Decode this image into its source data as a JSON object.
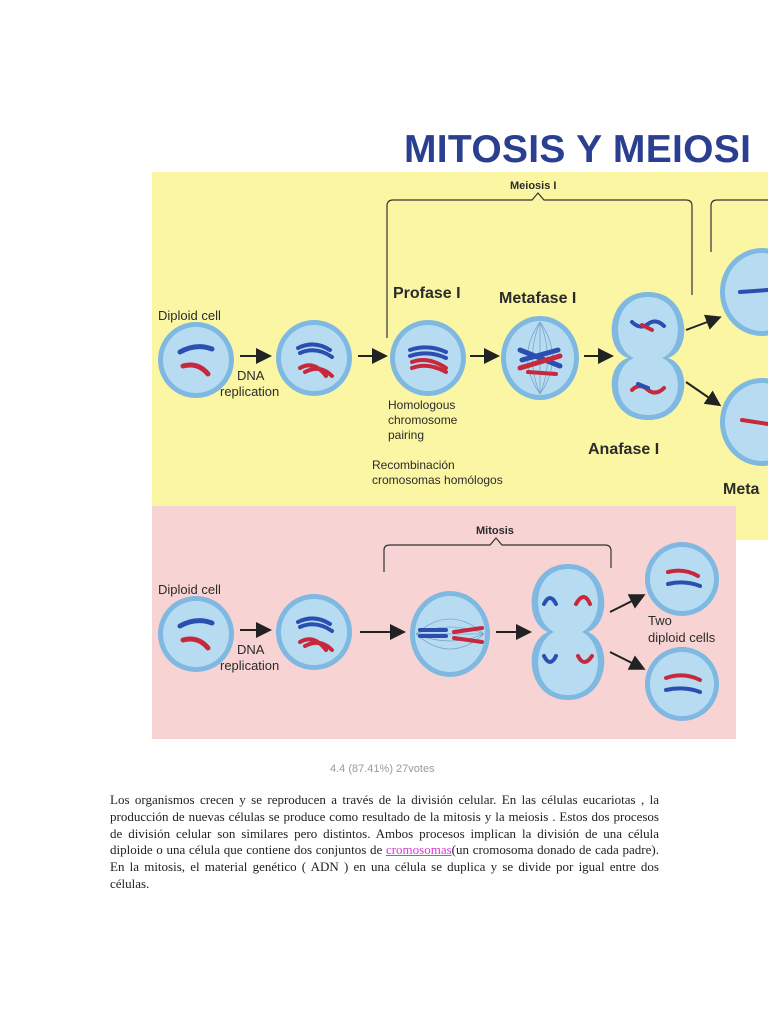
{
  "title": "MITOSIS Y MEIOSI",
  "diagram": {
    "meiosis": {
      "header": "Meiosis I",
      "diploid_label": "Diploid cell",
      "dna_label_1": "DNA",
      "dna_label_2": "replication",
      "homologous_1": "Homologous",
      "homologous_2": "chromosome",
      "homologous_3": "pairing",
      "recomb_1": "Recombinación",
      "recomb_2": "cromosomas homólogos",
      "profase": "Profase I",
      "metafase": "Metafase I",
      "anafase": "Anafase I",
      "metaf_cut": "Meta"
    },
    "mitosis": {
      "header": "Mitosis",
      "diploid_label": "Diploid cell",
      "dna_label_1": "DNA",
      "dna_label_2": "replication",
      "two_1": "Two",
      "two_2": "diploid cells"
    },
    "colors": {
      "panel_yellow": "#fbf6a4",
      "panel_pink": "#f8d3d3",
      "cell": "#b7dcf2",
      "chrom_blue": "#2a4fb0",
      "chrom_red": "#c8283c",
      "title": "#2a3f8f"
    }
  },
  "rating": "4.4 (87.41%) 27votes",
  "article": {
    "part1": "Los organismos crecen y se reproducen a través de la división celular. En las células eucariotas , la producción de nuevas células se produce como resultado de la mitosis y la meiosis . Estos dos procesos de división celular son similares pero distintos. Ambos procesos implican la división de una célula diploide o una célula que contiene dos conjuntos de ",
    "link": "cromosomas",
    "part2": "(un cromosoma donado de cada padre). En la mitosis, el material genético ( ADN ) en una célula se duplica y se divide por igual entre dos células."
  }
}
